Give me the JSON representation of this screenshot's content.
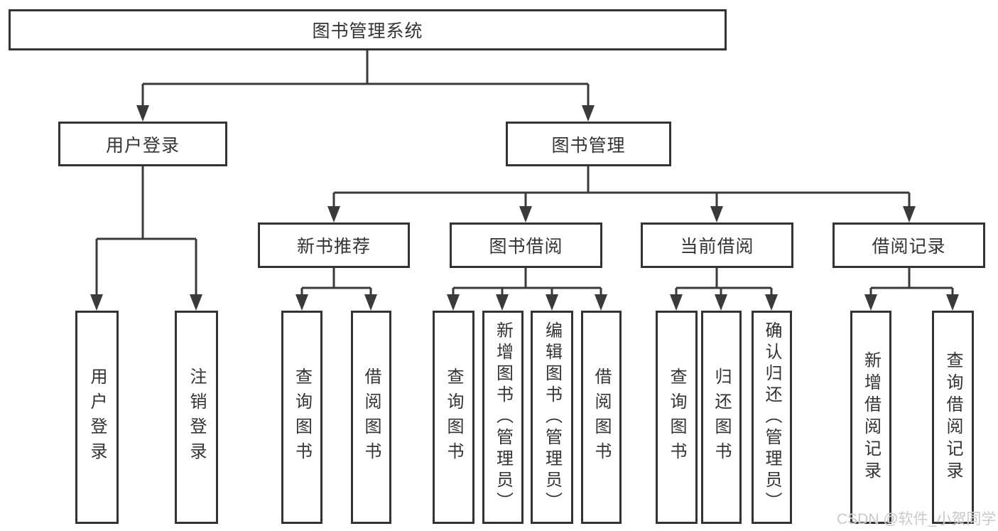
{
  "diagram": {
    "title": "图书管理系统",
    "type": "hierarchy-diagram",
    "colors": {
      "background": "#ffffff",
      "box_fill": "#ffffff",
      "box_border": "#333333",
      "line": "#3a3a3a",
      "text": "#333333",
      "watermark": "#c9c9c9"
    }
  },
  "tree": {
    "root": {
      "label": "图书管理系统",
      "children": [
        {
          "label": "用户登录",
          "children": [
            {
              "label": "用户登录"
            },
            {
              "label": "注销登录"
            }
          ]
        },
        {
          "label": "图书管理",
          "children": [
            {
              "label": "新书推荐",
              "children": [
                {
                  "label": "查询图书"
                },
                {
                  "label": "借阅图书"
                }
              ]
            },
            {
              "label": "图书借阅",
              "children": [
                {
                  "label": "查询图书"
                },
                {
                  "label": "新增图书（管理员）"
                },
                {
                  "label": "编辑图书（管理员）"
                },
                {
                  "label": "借阅图书"
                }
              ]
            },
            {
              "label": "当前借阅",
              "children": [
                {
                  "label": "查询图书"
                },
                {
                  "label": "归还图书"
                },
                {
                  "label": "确认归还（管理员）"
                }
              ]
            },
            {
              "label": "借阅记录",
              "children": [
                {
                  "label": "新增借阅记录"
                },
                {
                  "label": "查询借阅记录"
                }
              ]
            }
          ]
        }
      ]
    }
  },
  "watermark": {
    "text": "CSDN @软件_小贺同学"
  }
}
